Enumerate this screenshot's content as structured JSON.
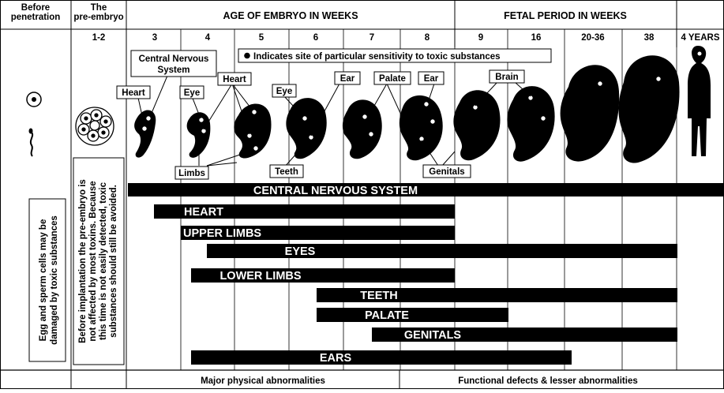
{
  "headers": {
    "before_penetration": [
      "Before",
      "penetration"
    ],
    "pre_embryo": [
      "The",
      "pre-embryo"
    ],
    "age_of_embryo": "AGE OF EMBRYO IN WEEKS",
    "fetal_period": "FETAL PERIOD IN WEEKS"
  },
  "weeks": [
    "1-2",
    "3",
    "4",
    "5",
    "6",
    "7",
    "8",
    "9",
    "16",
    "20-36",
    "38",
    "4 YEARS"
  ],
  "legend_note": "Indicates site of particular sensitivity to toxic substances",
  "callouts": {
    "cns": [
      "Central Nervous",
      "System"
    ],
    "heart_wk3": "Heart",
    "heart": "Heart",
    "eye_wk4": "Eye",
    "eye_wk6": "Eye",
    "ear_wk7": "Ear",
    "palate": "Palate",
    "ear_wk8": "Ear",
    "brain": "Brain",
    "limbs": "Limbs",
    "teeth": "Teeth",
    "genitals": "Genitals"
  },
  "side_notes": {
    "egg_sperm": [
      "Egg and sperm cells may be",
      "damaged by toxic substances"
    ],
    "pre_embryo": [
      "Before implantation the pre-embryo is",
      "not affected by most toxins. Because",
      "this time is not easily detected, toxic",
      "substances should still be avoided."
    ]
  },
  "bars": [
    {
      "label": "CENTRAL NERVOUS SYSTEM"
    },
    {
      "label": "HEART"
    },
    {
      "label": "UPPER LIMBS"
    },
    {
      "label": "EYES"
    },
    {
      "label": "LOWER LIMBS"
    },
    {
      "label": "TEETH"
    },
    {
      "label": "PALATE"
    },
    {
      "label": "GENITALS"
    },
    {
      "label": "EARS"
    }
  ],
  "footer": {
    "major": "Major physical abnormalities",
    "functional": "Functional defects & lesser abnormalities"
  }
}
